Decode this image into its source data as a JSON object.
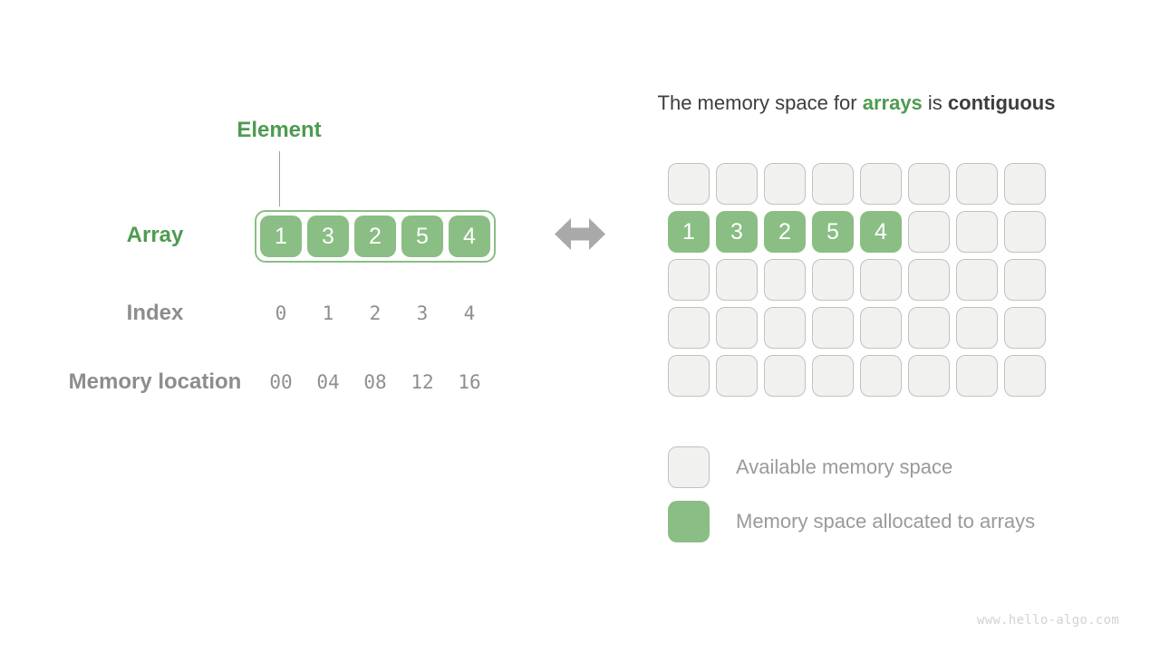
{
  "colors": {
    "green_text": "#4e9b51",
    "green_fill": "#8abe84",
    "gray_cell_fill": "#f1f1f0",
    "gray_cell_border": "#c1c1c0",
    "label_gray": "#8d8d8d",
    "value_gray": "#8f8f8f",
    "legend_text_gray": "#9a9a9a",
    "title_dark": "#3d3d3d",
    "arrow_gray": "#a9a9a9",
    "connector_gray": "#9e9e9e",
    "watermark_gray": "#d2d2d2",
    "cell_number_white": "#ffffff"
  },
  "left_panel": {
    "element_label": "Element",
    "array_label": "Array",
    "index_label": "Index",
    "memory_label": "Memory location",
    "array_values": [
      "1",
      "3",
      "2",
      "5",
      "4"
    ],
    "index_values": [
      "0",
      "1",
      "2",
      "3",
      "4"
    ],
    "memory_values": [
      "00",
      "04",
      "08",
      "12",
      "16"
    ]
  },
  "right_panel": {
    "title": {
      "prefix": "The memory space for ",
      "highlight": "arrays",
      "middle": " is ",
      "emphasis": "contiguous"
    },
    "memory_grid": {
      "rows": 5,
      "columns": 8,
      "allocated_row": 1,
      "allocated_values": [
        "1",
        "3",
        "2",
        "5",
        "4"
      ]
    },
    "legend": [
      {
        "swatch": "available",
        "label": "Available memory space"
      },
      {
        "swatch": "allocated",
        "label": "Memory space allocated to arrays"
      }
    ]
  },
  "watermark": "www.hello-algo.com"
}
